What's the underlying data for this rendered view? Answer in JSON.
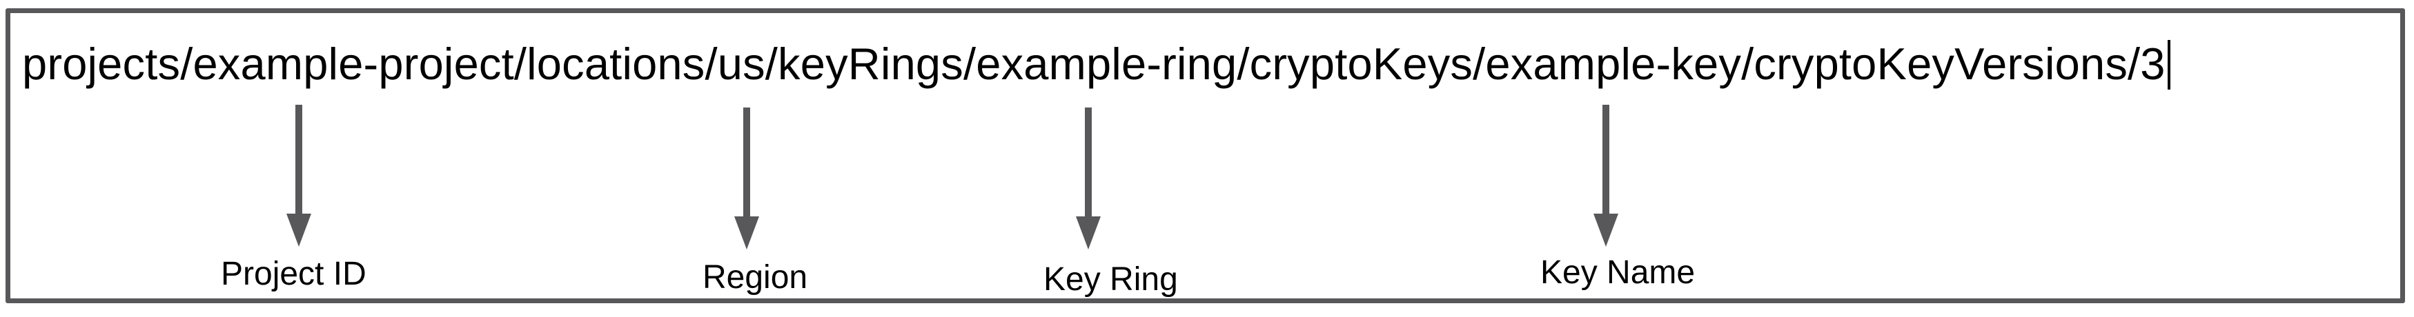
{
  "field": {
    "value": "projects/example-project/locations/us/keyRings/example-ring/cryptoKeys/example-key/cryptoKeyVersions/3"
  },
  "annotations": [
    {
      "label": "Project ID",
      "points_to": "example-project"
    },
    {
      "label": "Region",
      "points_to": "us"
    },
    {
      "label": "Key Ring",
      "points_to": "example-ring"
    },
    {
      "label": "Key Name",
      "points_to": "example-key"
    }
  ],
  "colors": {
    "border": "#58585b",
    "arrow": "#58585b",
    "text": "#000000"
  }
}
